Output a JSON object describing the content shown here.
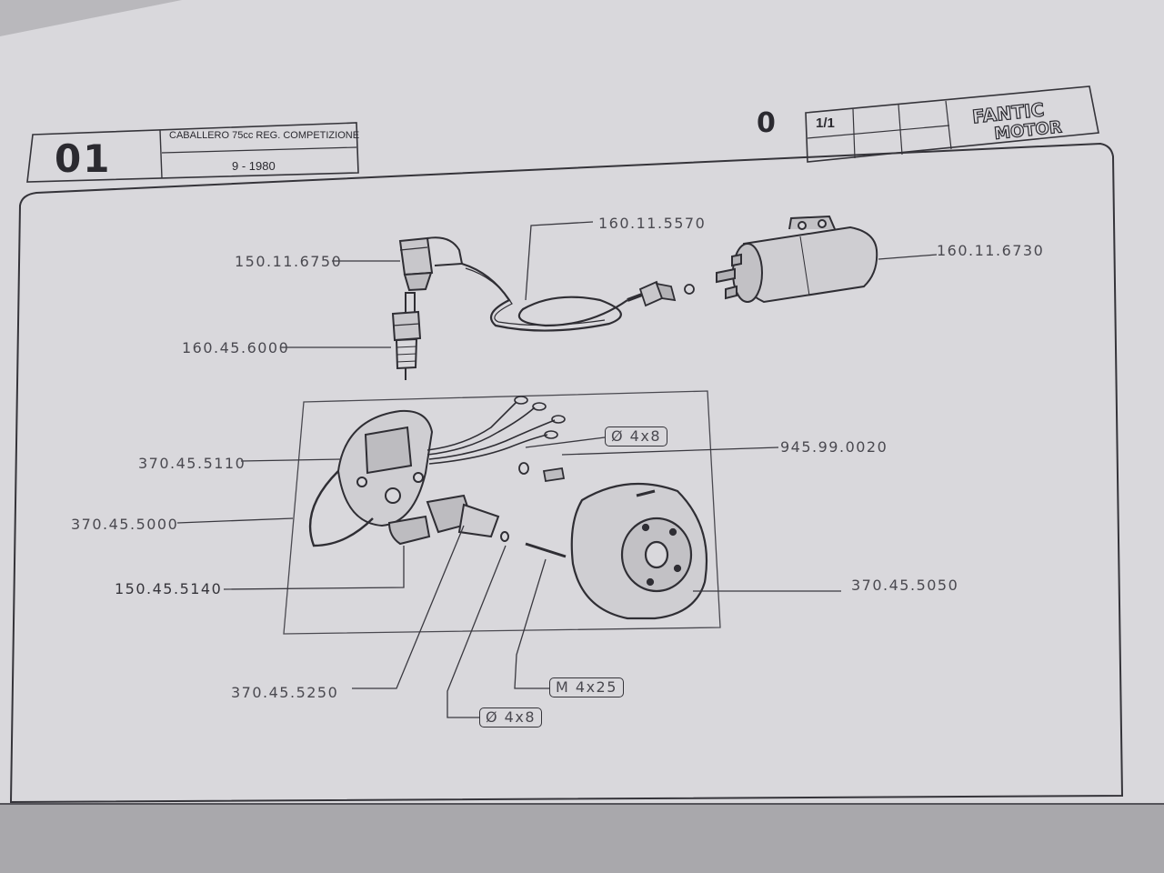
{
  "header": {
    "sheet_number": "01",
    "model_name": "CABALLERO 75cc REG. COMPETIZIONE",
    "date": "9 - 1980",
    "revision": "0",
    "page": "1/1",
    "brand_line1": "FANTIC",
    "brand_line2": "MOTOR"
  },
  "parts": {
    "plug_cap": "150.11.6750",
    "spark_plug": "160.45.6000",
    "ht_lead": "160.11.5570",
    "ignition_coil": "160.11.6730",
    "stator_plate": "370.45.5110",
    "ignition_assembly": "370.45.5000",
    "pickup": "150.45.5140",
    "screw_top": "945.99.0020",
    "flywheel": "370.45.5050",
    "pickup_bracket": "370.45.5250"
  },
  "hardware": {
    "washer_top": "Ø 4x8",
    "screw_bottom": "M 4x25",
    "washer_bottom": "Ø 4x8"
  },
  "colors": {
    "paper": "#d9d8dc",
    "ink": "#35343a",
    "label_text": "#4a4950"
  }
}
